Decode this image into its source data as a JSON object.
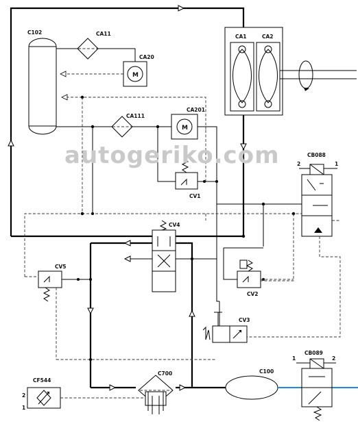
{
  "watermark": "autogeriko.com",
  "components": {
    "c102": "C102",
    "ca11": "CA11",
    "ca20": "CA20",
    "ca111": "CA111",
    "ca201": "CA201",
    "ca1": "CA1",
    "ca2": "CA2",
    "cb088": "CB088",
    "cv1": "CV1",
    "cv4": "CV4",
    "cv5": "CV5",
    "cv2": "CV2",
    "cv3": "CV3",
    "cf544": "CF544",
    "c700": "C700",
    "c100": "C100",
    "cb089": "CB089"
  },
  "motor_symbol": "M",
  "ports": {
    "cb088_left": "2",
    "cb088_right": "1",
    "cb089_left": "1",
    "cb089_right": "2",
    "cf544_top": "2",
    "cf544_bottom": "1"
  }
}
